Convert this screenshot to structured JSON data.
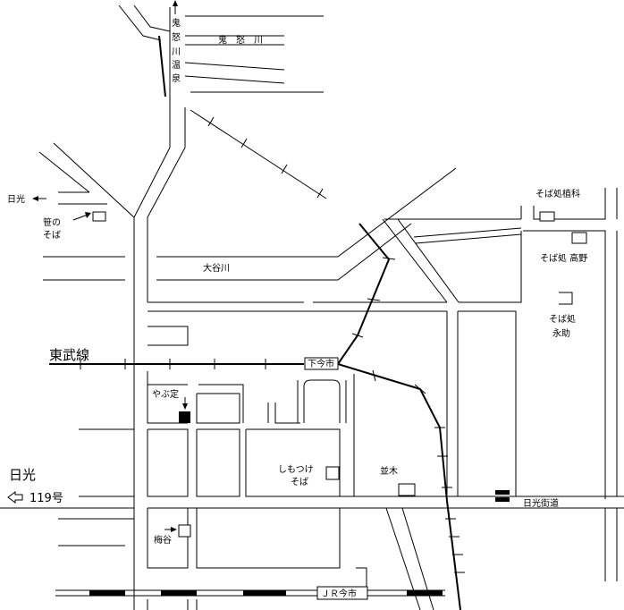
{
  "labels": {
    "onsen_vertical": [
      "鬼",
      "怒",
      "川",
      "温",
      "泉"
    ],
    "kinugawa_river": "鬼　怒　川",
    "nikko_west": "日光",
    "sasa_line1": "笹の",
    "sasa_line2": "そば",
    "soba_ueshina": "そば処植科",
    "soba_takano": "そば処 高野",
    "soba_eisuke_1": "そば処",
    "soba_eisuke_2": "永助",
    "oya_river": "大谷川",
    "tobu_line": "東武線",
    "shimoimaichi": "下今市",
    "yabusada": "やぶ定",
    "shimotsuke_1": "しもつけ",
    "shimotsuke_2": "そば",
    "namiki": "並木",
    "nikko_kaido": "日光街道",
    "nikko_big": "日光",
    "route_119": "119号",
    "umeya": "梅谷",
    "jr_imaichi": "ＪＲ今市"
  }
}
